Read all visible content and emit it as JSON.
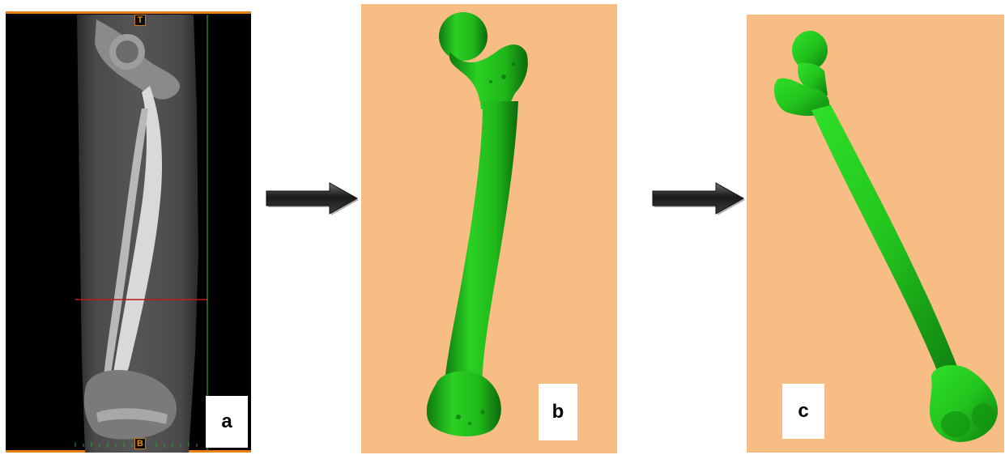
{
  "panels": [
    {
      "label": "a",
      "top_marker": "T",
      "bottom_marker": "B"
    },
    {
      "label": "b"
    },
    {
      "label": "c"
    }
  ],
  "colors": {
    "background_3d": "#f7bd84",
    "bone_green": "#22c41d",
    "ct_border": "#e8801a",
    "crosshair_red": "#b81c1c",
    "crosshair_green": "#2a9c2a"
  }
}
